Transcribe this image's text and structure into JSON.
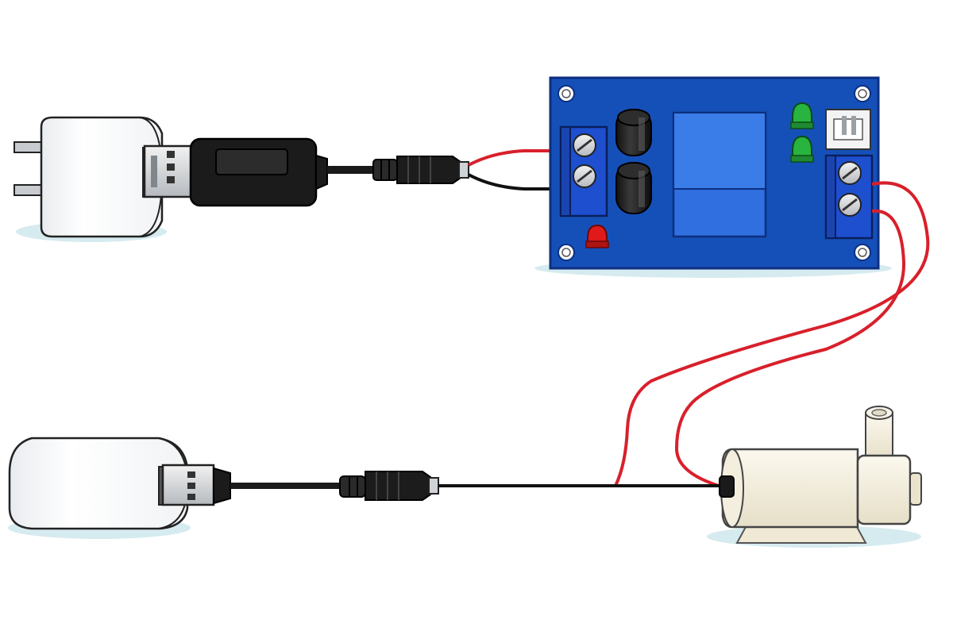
{
  "components": {
    "charter_top": {
      "icon": "usb-wall-adapter"
    },
    "usb_cable_top": {
      "icon": "usb-a-plug"
    },
    "inline_module": {
      "icon": "usb-inline-module"
    },
    "dc_jack_top": {
      "icon": "dc-barrel-jack"
    },
    "relay_board": {
      "icon": "relay-module"
    },
    "charter_bottom": {
      "icon": "usb-wall-adapter"
    },
    "usb_cable_bottom": {
      "icon": "usb-a-plug"
    },
    "dc_jack_bottom": {
      "icon": "dc-barrel-jack"
    },
    "pump": {
      "icon": "mini-water-pump"
    }
  },
  "colors": {
    "board": "#1550b8",
    "board_edge": "#0d2f80",
    "terminal": "#1d4fcf",
    "relay": "#2f6fe0",
    "wire_red": "#d8202b",
    "wire_black": "#111111",
    "cable": "#1a1a1a",
    "adapter": "#ffffff",
    "pump": "#f4efe0",
    "shadow": "#d6ebef",
    "led_green": "#29b33f",
    "led_red": "#e01a1a"
  }
}
